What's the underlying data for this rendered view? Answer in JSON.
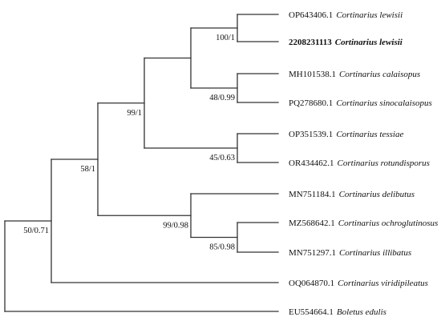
{
  "tree": {
    "leaves": [
      {
        "id": "l1",
        "accession": "OP643406.1",
        "species": "Cortinarius lewisii",
        "highlight": false
      },
      {
        "id": "l2",
        "accession": "2208231113",
        "species": "Cortinarius lewisii",
        "highlight": true
      },
      {
        "id": "l3",
        "accession": "MH101538.1",
        "species": "Cortinarius calaisopus",
        "highlight": false
      },
      {
        "id": "l4",
        "accession": "PQ278680.1",
        "species": "Cortinarius sinocalaisopus",
        "highlight": false
      },
      {
        "id": "l5",
        "accession": "OP351539.1",
        "species": "Cortinarius tessiae",
        "highlight": false
      },
      {
        "id": "l6",
        "accession": "OR434462.1",
        "species": "Cortinarius rotundisporus",
        "highlight": false
      },
      {
        "id": "l7",
        "accession": "MN751184.1",
        "species": "Cortinarius delibutus",
        "highlight": false
      },
      {
        "id": "l8",
        "accession": "MZ568642.1",
        "species": "Cortinarius ochroglutinosus",
        "highlight": false
      },
      {
        "id": "l9",
        "accession": "MN751297.1",
        "species": "Cortinarius illibatus",
        "highlight": false
      },
      {
        "id": "l10",
        "accession": "OQ064870.1",
        "species": "Cortinarius viridipileatus",
        "highlight": false
      },
      {
        "id": "l11",
        "accession": "EU554664.1",
        "species": "Boletus edulis",
        "highlight": false
      }
    ],
    "nodes": [
      {
        "id": "root",
        "children": [
          "n50",
          "l11"
        ],
        "support": ""
      },
      {
        "id": "n50",
        "children": [
          "n58",
          "l10"
        ],
        "support": "50/0.71"
      },
      {
        "id": "n58",
        "children": [
          "n99a",
          "n99b"
        ],
        "support": "58/1"
      },
      {
        "id": "n99a",
        "children": [
          "n99c",
          "n45"
        ],
        "support": "99/1"
      },
      {
        "id": "n99c",
        "children": [
          "n100",
          "n48"
        ],
        "support": ""
      },
      {
        "id": "n100",
        "children": [
          "l1",
          "l2"
        ],
        "support": "100/1"
      },
      {
        "id": "n48",
        "children": [
          "l3",
          "l4"
        ],
        "support": "48/0.99"
      },
      {
        "id": "n45",
        "children": [
          "l5",
          "l6"
        ],
        "support": "45/0.63"
      },
      {
        "id": "n99b",
        "children": [
          "l7",
          "n85"
        ],
        "support": "99/0.98"
      },
      {
        "id": "n85",
        "children": [
          "l8",
          "l9"
        ],
        "support": "85/0.98"
      }
    ]
  }
}
